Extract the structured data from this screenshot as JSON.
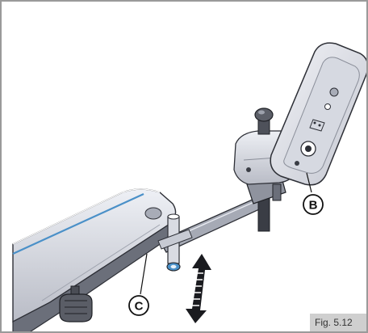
{
  "callouts": {
    "b": "B",
    "c": "C"
  },
  "caption": "Fig. 5.12",
  "colors": {
    "frame": "#9a9a9a",
    "part_fill": "#e1e3ea",
    "part_dark": "#3a3d45",
    "accent_blue": "#4a90c8",
    "caption_bg": "#cfcfcf"
  },
  "icons": [
    "double-headed-arrow",
    "knob",
    "joystick"
  ]
}
